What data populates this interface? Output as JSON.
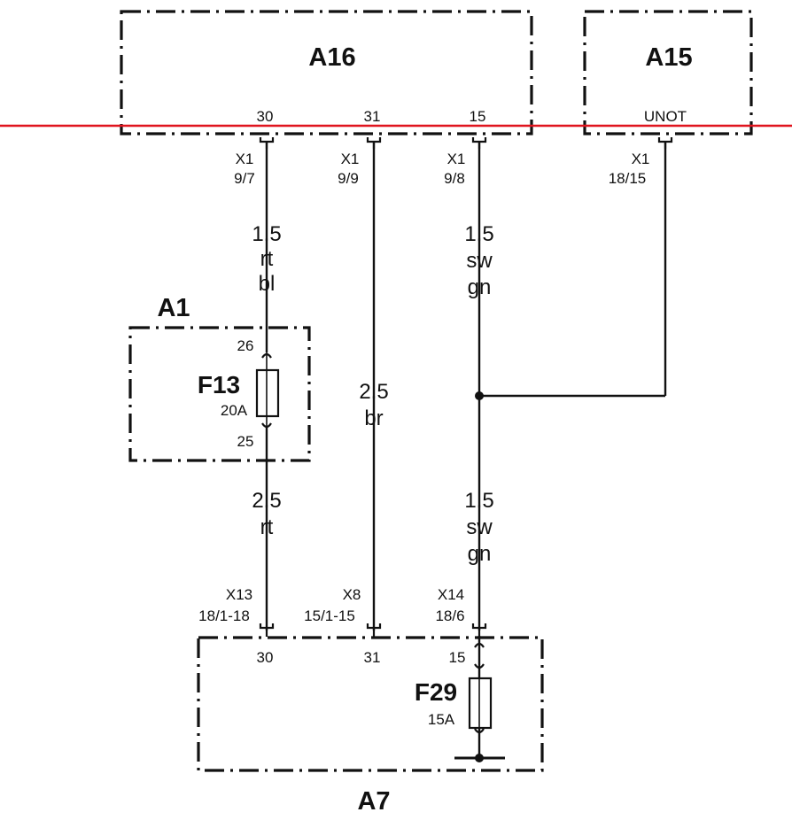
{
  "modules": {
    "a16": {
      "name": "A16",
      "pins": [
        "30",
        "31",
        "15"
      ]
    },
    "a15": {
      "name": "A15",
      "pin": "UNOT"
    },
    "a1": {
      "name": "A1",
      "pin_in": "26",
      "pin_out": "25"
    },
    "a7": {
      "name": "A7",
      "pins": [
        "30",
        "31",
        "15"
      ]
    }
  },
  "connectors": {
    "c1": {
      "name": "X1",
      "pin": "9/7"
    },
    "c2": {
      "name": "X1",
      "pin": "9/9"
    },
    "c3": {
      "name": "X1",
      "pin": "9/8"
    },
    "c4": {
      "name": "X1",
      "pin": "18/15"
    },
    "c5": {
      "name": "X13",
      "pin": "18/1-18"
    },
    "c6": {
      "name": "X8",
      "pin": "15/1-15"
    },
    "c7": {
      "name": "X14",
      "pin": "18/6"
    }
  },
  "wires": {
    "w1": {
      "gauge": "1.5",
      "color1": "rt",
      "color2": "bl"
    },
    "w2": {
      "gauge": "2.5",
      "color1": "br"
    },
    "w3": {
      "gauge": "1.5",
      "color1": "sw",
      "color2": "gn"
    },
    "w4": {
      "gauge": "2.5",
      "color1": "rt"
    },
    "w5": {
      "gauge": "1.5",
      "color1": "sw",
      "color2": "gn"
    }
  },
  "fuses": {
    "f13": {
      "name": "F13",
      "rating": "20A"
    },
    "f29": {
      "name": "F29",
      "rating": "15A"
    }
  },
  "colors": {
    "ink": "#111111",
    "marker_line": "#e0141e",
    "background": "#ffffff"
  }
}
